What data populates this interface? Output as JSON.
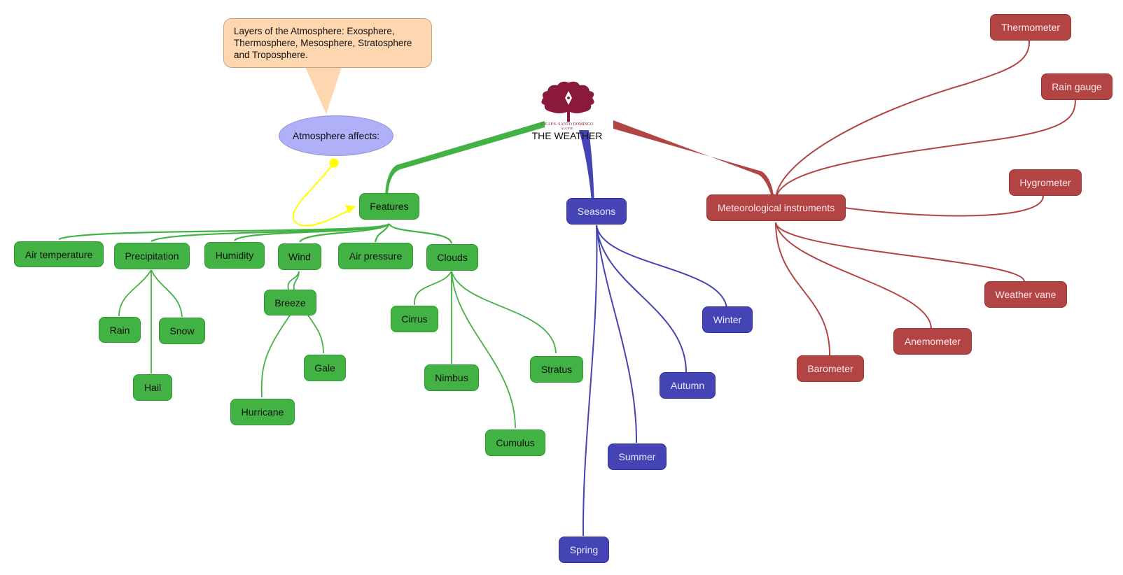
{
  "central": {
    "title": "THE WEATHER",
    "logo_text_1": "C.E.I.P.S. SANTO DOMINGO",
    "logo_text_2": "ALGETE",
    "logo_color": "#8b1a3a"
  },
  "colors": {
    "features": "#43b244",
    "seasons": "#4444b4",
    "instruments": "#b34444",
    "callout": "#fed7b0",
    "oval": "#b0b0f8",
    "arrow": "#ffff00"
  },
  "callout": {
    "text": "Layers of the Atmosphere: Exosphere, Thermosphere, Mesosphere, Stratosphere and Troposphere."
  },
  "atmosphere": {
    "label": "Atmosphere affects:"
  },
  "features": {
    "label": "Features",
    "air_temperature": "Air temperature",
    "precipitation": "Precipitation",
    "rain": "Rain",
    "snow": "Snow",
    "hail": "Hail",
    "humidity": "Humidity",
    "wind": "Wind",
    "breeze": "Breeze",
    "gale": "Gale",
    "hurricane": "Hurricane",
    "air_pressure": "Air pressure",
    "clouds": "Clouds",
    "cirrus": "Cirrus",
    "nimbus": "Nimbus",
    "cumulus": "Cumulus",
    "stratus": "Stratus"
  },
  "seasons": {
    "label": "Seasons",
    "winter": "Winter",
    "autumn": "Autumn",
    "summer": "Summer",
    "spring": "Spring"
  },
  "instruments": {
    "label": "Meteorological instruments",
    "thermometer": "Thermometer",
    "rain_gauge": "Rain gauge",
    "hygrometer": "Hygrometer",
    "weather_vane": "Weather vane",
    "anemometer": "Anemometer",
    "barometer": "Barometer"
  }
}
